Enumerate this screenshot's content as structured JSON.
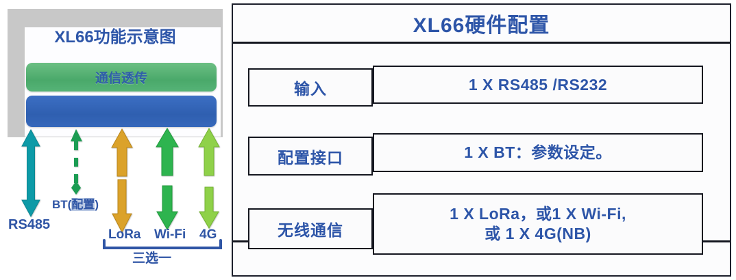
{
  "diagram": {
    "title": "XL66功能示意图",
    "bars": [
      {
        "name": "通信透传",
        "color": "#4aa96a"
      },
      {
        "name": "",
        "color": "#2f5fb0"
      }
    ],
    "frame_color": "#c8c8c8",
    "accent_color": "#2d55a8",
    "connections": [
      {
        "id": "rs485",
        "label": "RS485",
        "color": "#0e9aa7",
        "style": "solid",
        "direction": "bidirectional"
      },
      {
        "id": "bt",
        "label": "BT(配置)",
        "label_plain": "BT(",
        "label_highlight": "配置",
        "label_tail": ")",
        "color": "#1f9c52",
        "style": "dashed",
        "direction": "bidirectional"
      },
      {
        "id": "lora",
        "label": "LoRa",
        "color": "#dba22b",
        "style": "solid",
        "direction": "bidirectional"
      },
      {
        "id": "wifi",
        "label": "Wi-Fi",
        "color": "#2fb44f",
        "style": "solid",
        "direction": "bidirectional"
      },
      {
        "id": "fourg",
        "label": "4G",
        "color": "#8fd14a",
        "style": "solid",
        "direction": "bidirectional"
      }
    ],
    "group_note": "三选一"
  },
  "table": {
    "title": "XL66硬件配置",
    "rows": [
      {
        "label": "输入",
        "value": "1 X RS485 /RS232"
      },
      {
        "label": "配置接口",
        "value": "1 X BT：参数设定。"
      },
      {
        "label": "无线通信",
        "value_line1": "1 X LoRa，或1 X Wi-Fi,",
        "value_line2": "或 1 X 4G(NB)"
      }
    ]
  }
}
